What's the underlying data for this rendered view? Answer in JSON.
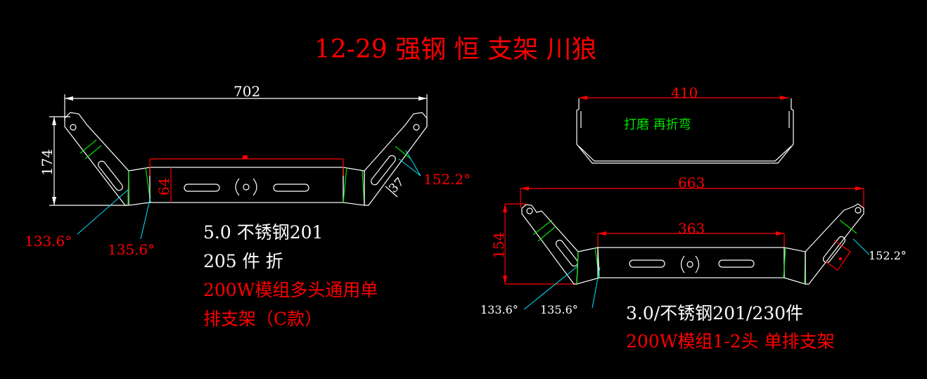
{
  "title": "12-29 强钢 恒 支架 川狼",
  "colors": {
    "background": "#000000",
    "title": "#ff0000",
    "outline": "#ffffff",
    "bend": "#00e000",
    "leader": "#00e5ff",
    "dimension_red": "#ff0000"
  },
  "left_drawing": {
    "dim_width": "702",
    "dim_height": "174",
    "dim_bar_height": "64",
    "dim_tab": "37",
    "angle_outer": "133.6°",
    "angle_inner": "135.6°",
    "angle_right": "152.2°",
    "notes": [
      "5.0 不锈钢201",
      "205 件 折",
      "200W模组多头通用单",
      "排支架（C款）"
    ]
  },
  "top_view": {
    "dim_width": "410",
    "note": "打磨 再折弯"
  },
  "right_drawing": {
    "dim_width": "663",
    "dim_height": "154",
    "dim_bar": "363",
    "angle_outer": "133.6°",
    "angle_inner": "135.6°",
    "angle_right": "152.2°",
    "notes": [
      "3.0/不锈钢201/230件",
      "200W模组1-2头 单排支架"
    ]
  }
}
